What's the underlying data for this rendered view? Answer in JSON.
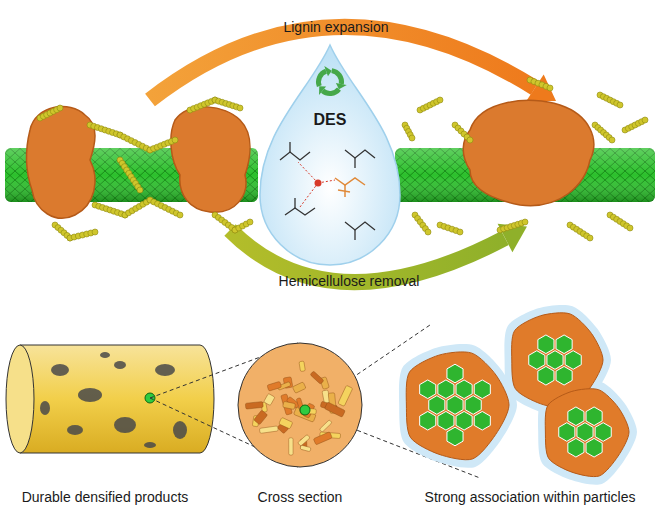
{
  "diagram": {
    "labels": [
      "Lignin expansion",
      "DES",
      "Hemicellulose removal",
      "Durable densified products",
      "Cross section",
      "Strong association within particles"
    ]
  }
}
